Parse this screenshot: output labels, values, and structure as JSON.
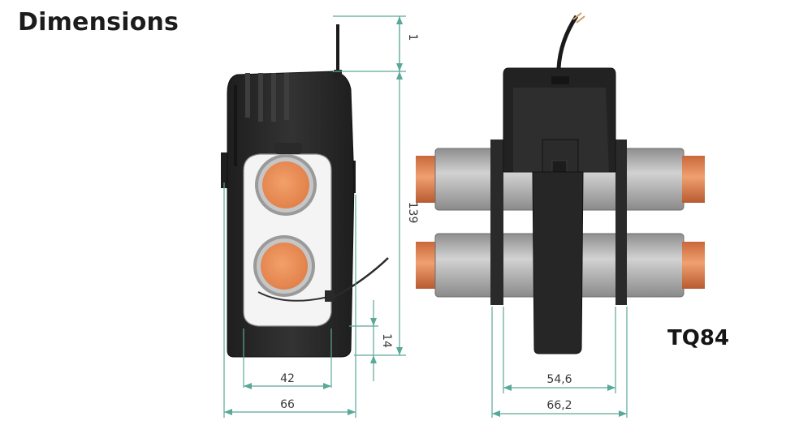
{
  "title": "Dimensions",
  "model": "TQ84",
  "dimensions": {
    "inner_width": "42",
    "outer_width": "66",
    "height": "139",
    "top_offset": "1",
    "bottom_offset": "14",
    "side_inner": "54,6",
    "side_outer": "66,2"
  },
  "colors": {
    "housing": "#2b2b2b",
    "copper": "#e08a55",
    "insulation": "#b4b4b4",
    "dimension_line": "#5aa898"
  }
}
